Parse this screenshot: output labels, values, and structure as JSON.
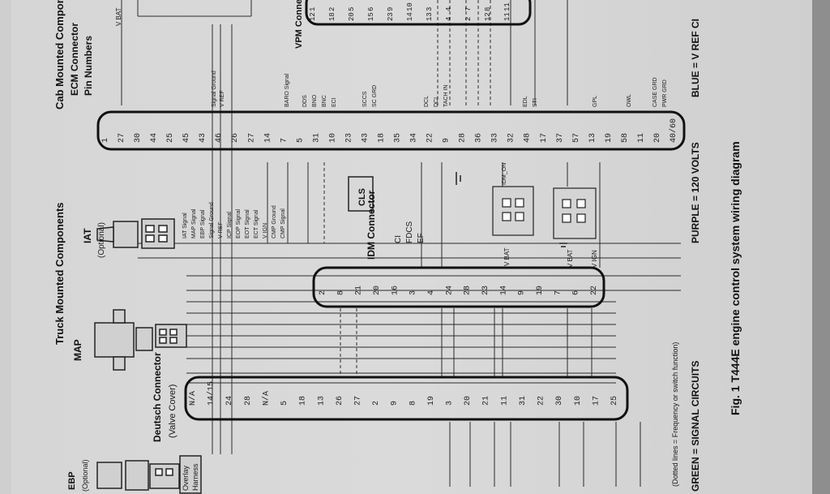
{
  "headings": {
    "truck_components": "Truck Mounted Components",
    "cab_components": "Cab Mounted Components",
    "ecm_connector": "ECM Connector",
    "pin_numbers": "Pin Numbers",
    "vpm_connector": "VPM Connector",
    "idm_connector": "IDM Connector",
    "deutsch_connector": "Deutsch Connector",
    "valve_cover": "(Valve Cover)"
  },
  "components": {
    "iat": "IAT",
    "iat_optional": "(Optional)",
    "map": "MAP",
    "ebp": "EBP",
    "ebp_optional": "(Optional)",
    "overlay": "Overlay",
    "harness": "Harness",
    "cls": "CLS",
    "v_bat": "V BAT"
  },
  "idm_labels": [
    "CI",
    "FDCS",
    "EF"
  ],
  "signal_labels": [
    "IAT Signal",
    "MAP Signal",
    "EBP Signal",
    "Signal Ground",
    "V REF",
    "ICP Signal",
    "EOP Signal",
    "EOT Signal",
    "ECT Signal",
    "V IGN",
    "CMP Ground",
    "CMP Signal"
  ],
  "cab_labels": [
    "Signal Ground",
    "V REF",
    "BARO Signal",
    "DDS",
    "BNO",
    "BNC",
    "ECI",
    "SCCS",
    "SC GRD",
    "DCL",
    "DCL",
    "TACH IN",
    "EDL",
    "STI",
    "GPL",
    "OWL",
    "CASE GRD",
    "PWR GRD"
  ],
  "ecm_pins": [
    "1",
    "27",
    "30",
    "44",
    "25",
    "45",
    "43",
    "46",
    "26",
    "27",
    "14",
    "7",
    "5",
    "31",
    "10",
    "23",
    "43",
    "18",
    "35",
    "34",
    "22",
    "9",
    "28",
    "36",
    "33",
    "32",
    "48",
    "17",
    "37",
    "57",
    "13",
    "19",
    "58",
    "11",
    "20",
    "40/60"
  ],
  "idm_pins": [
    "2",
    "8",
    "21",
    "20",
    "16",
    "3",
    "4",
    "24",
    "28",
    "23",
    "14",
    "9",
    "19",
    "7",
    "6",
    "22"
  ],
  "deutsch_pins": [
    "N/A",
    "14/15",
    "24",
    "28",
    "N/A",
    "5",
    "18",
    "13",
    "26",
    "27",
    "2",
    "9",
    "8",
    "19",
    "3",
    "20",
    "21",
    "11",
    "31",
    "22",
    "30",
    "10",
    "17",
    "25"
  ],
  "vpm_pins": [
    "1",
    "2",
    "5",
    "6",
    "9",
    "10",
    "3",
    "4",
    "7",
    "8",
    "11",
    "12",
    "18",
    "20",
    "15",
    "23",
    "14",
    "13",
    "4",
    "2",
    "12",
    "11"
  ],
  "relay_labels": {
    "idm_main": "IDM_ON",
    "v_bat_a": "V BAT",
    "v_bat_b": "V BAT",
    "v_ign": "V IGN"
  },
  "bottom": {
    "dotted_note": "(Dotted lines = Frequency or switch function)",
    "green": "GREEN = SIGNAL CIRCUITS",
    "purple": "PURPLE = 120 VOLTS",
    "blue": "BLUE = V REF CI",
    "caption": "Fig. 1  T444E engine control system wiring diagram"
  },
  "colors": {
    "paper": "#d6d6d6",
    "ink": "#1a1a1a",
    "edge": "#8e8e8e"
  }
}
